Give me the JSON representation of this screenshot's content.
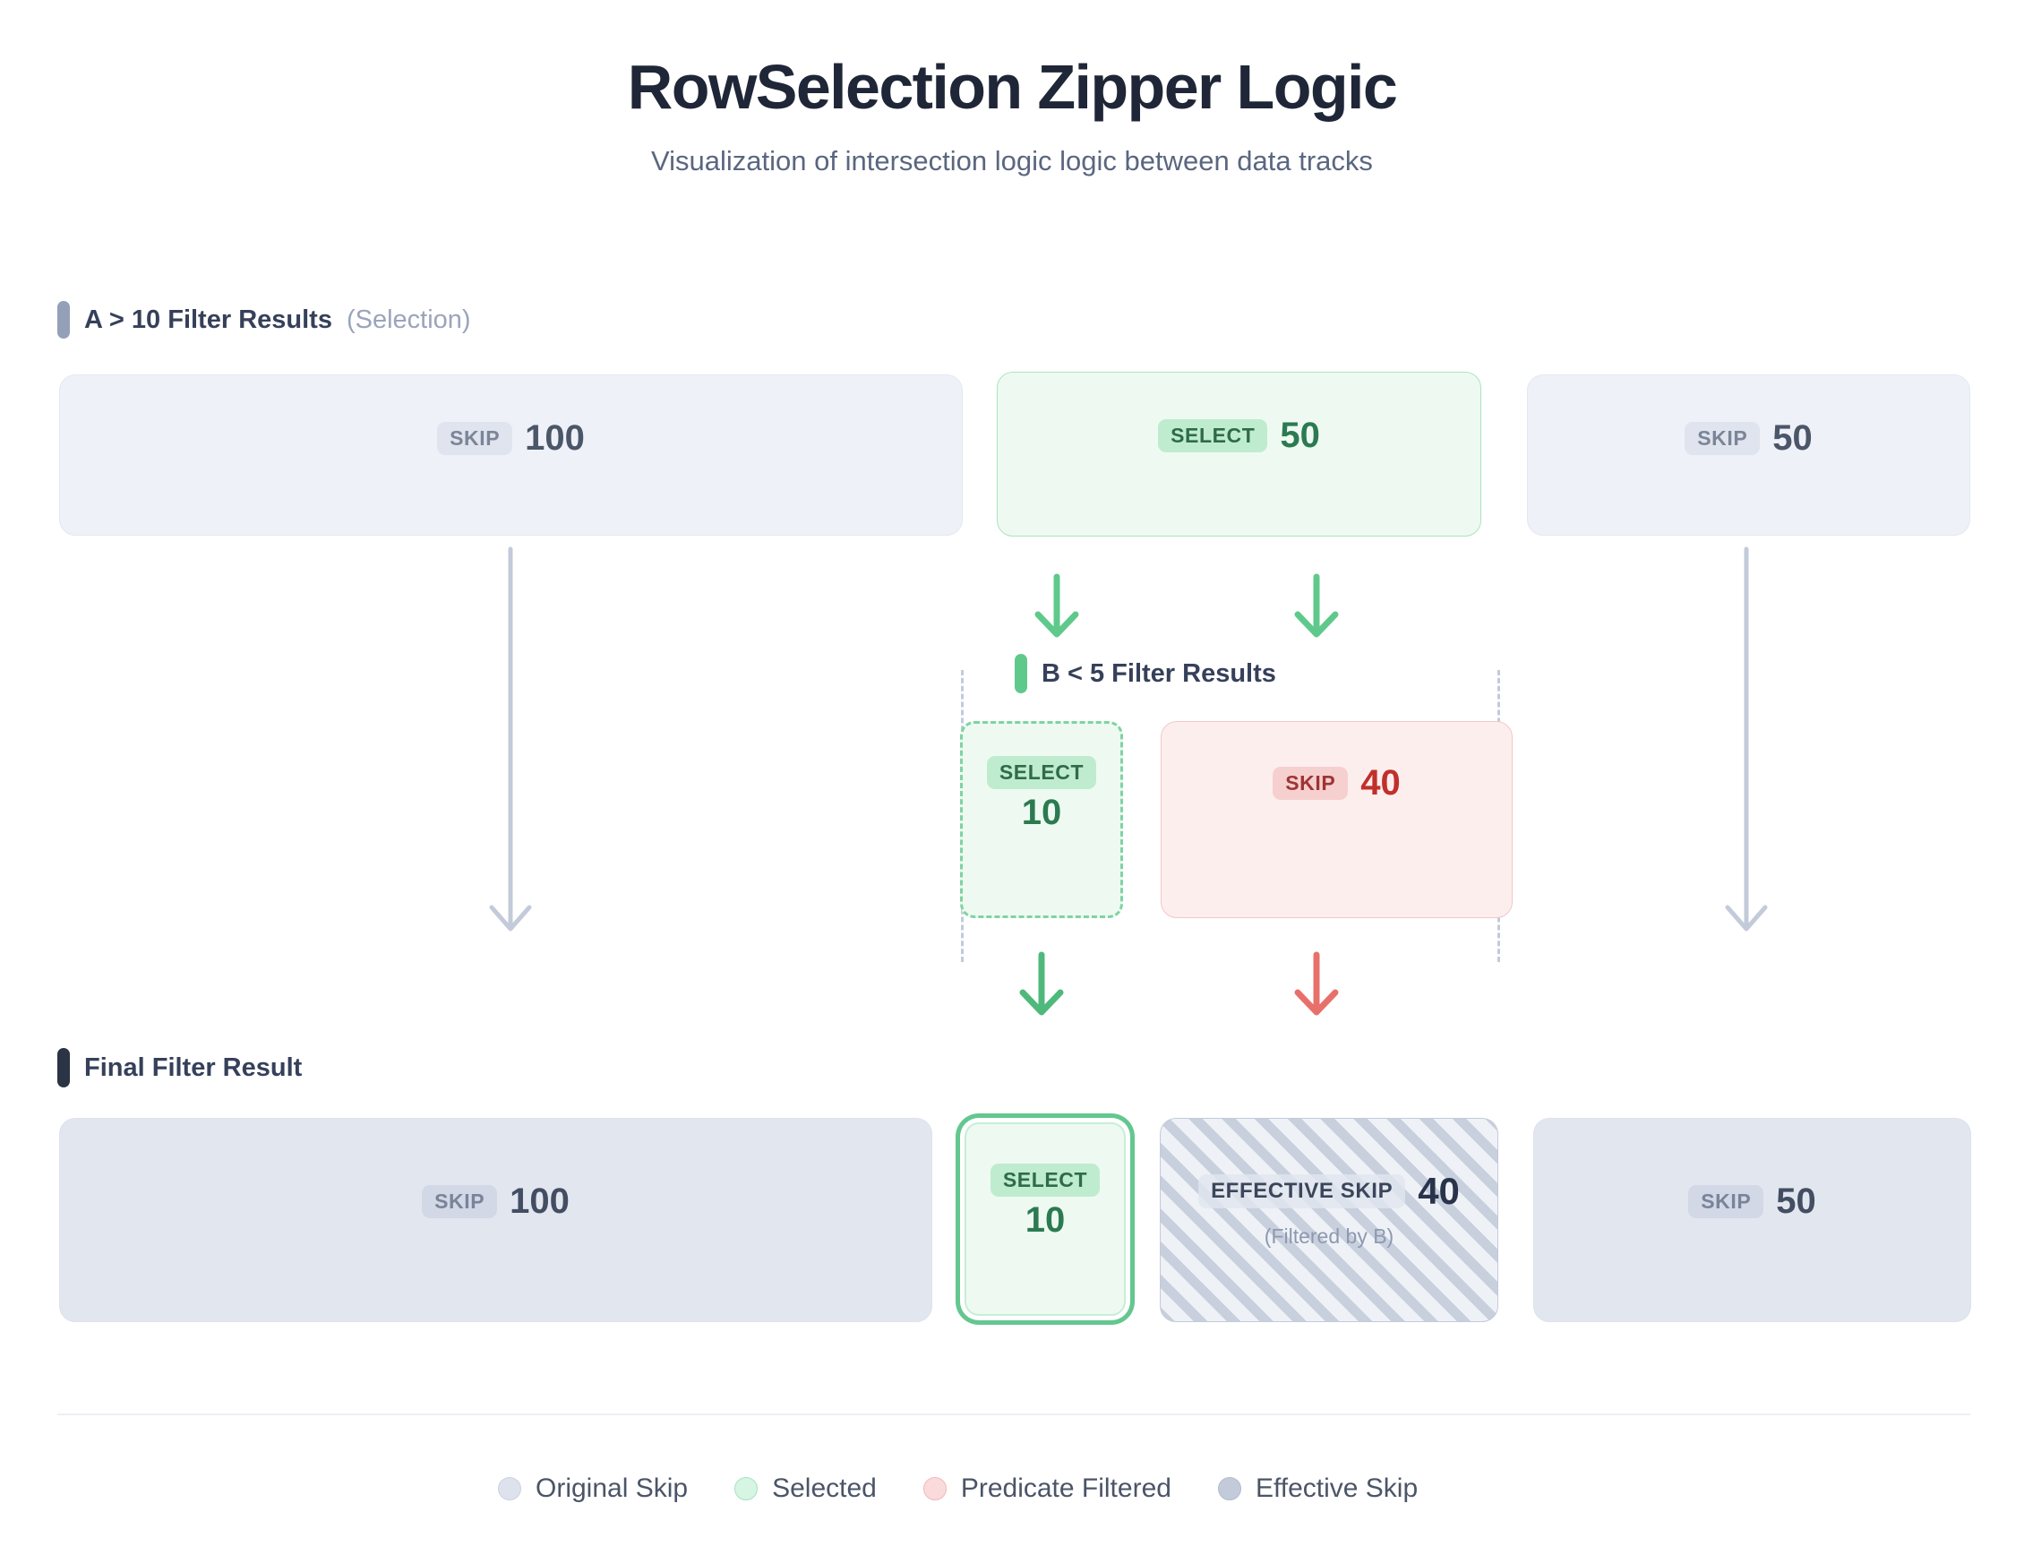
{
  "header": {
    "title": "RowSelection Zipper Logic",
    "subtitle": "Visualization of intersection logic logic between data tracks"
  },
  "sections": {
    "track_a": {
      "label": "A > 10 Filter Results",
      "sub": "(Selection)",
      "blocks": [
        {
          "badge": "SKIP",
          "value": "100",
          "kind": "skip"
        },
        {
          "badge": "SELECT",
          "value": "50",
          "kind": "select"
        },
        {
          "badge": "SKIP",
          "value": "50",
          "kind": "skip"
        }
      ]
    },
    "track_b": {
      "label": "B < 5 Filter Results",
      "blocks": [
        {
          "badge": "SELECT",
          "value": "10",
          "kind": "select-dashed"
        },
        {
          "badge": "SKIP",
          "value": "40",
          "kind": "filtered"
        }
      ]
    },
    "final": {
      "label": "Final Filter Result",
      "blocks": [
        {
          "badge": "SKIP",
          "value": "100",
          "kind": "skip-final"
        },
        {
          "badge": "SELECT",
          "value": "10",
          "kind": "select-ring"
        },
        {
          "badge": "EFFECTIVE SKIP",
          "value": "40",
          "kind": "effective",
          "note": "(Filtered by B)"
        },
        {
          "badge": "SKIP",
          "value": "50",
          "kind": "skip-final"
        }
      ]
    }
  },
  "legend": {
    "items": [
      {
        "label": "Original Skip",
        "color": "#dde2ed"
      },
      {
        "label": "Selected",
        "color": "#d6f5e2"
      },
      {
        "label": "Predicate Filtered",
        "color": "#fadadb"
      },
      {
        "label": "Effective Skip",
        "color": "#c3cbdb"
      }
    ]
  },
  "colors": {
    "skip": "#eef1f7",
    "select": "#eefaf1",
    "filtered": "#fdeeee",
    "effective": "#e3e7ef",
    "arrow_gray": "#c3cbda",
    "arrow_green": "#5ec98b",
    "arrow_red": "#e8706b"
  }
}
